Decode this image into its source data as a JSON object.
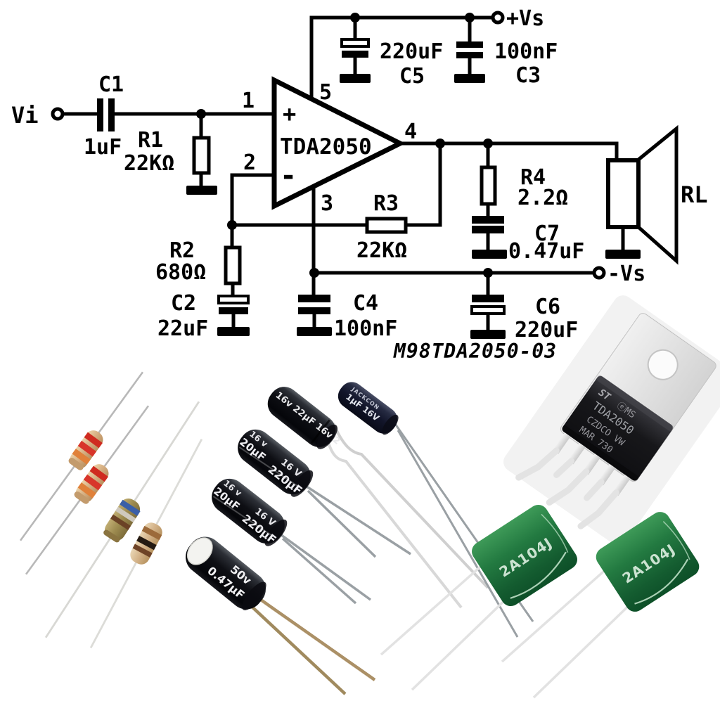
{
  "schematic": {
    "input": "Vi",
    "rail_pos": "+Vs",
    "rail_neg": "-Vs",
    "ic": {
      "part": "TDA2050",
      "plus": "+",
      "minus": "-",
      "pin1": "1",
      "pin2": "2",
      "pin3": "3",
      "pin4": "4",
      "pin5": "5"
    },
    "c1": {
      "ref": "C1",
      "value": "1uF"
    },
    "r1": {
      "ref": "R1",
      "value": "22KΩ"
    },
    "r2": {
      "ref": "R2",
      "value": "680Ω"
    },
    "r3": {
      "ref": "R3",
      "value": "22KΩ"
    },
    "r4": {
      "ref": "R4",
      "value": "2.2Ω"
    },
    "c2": {
      "ref": "C2",
      "value": "22uF"
    },
    "c3": {
      "ref": "C3",
      "value": "100nF"
    },
    "c4": {
      "ref": "C4",
      "value": "100nF"
    },
    "c5": {
      "ref": "C5",
      "value": "220uF"
    },
    "c6": {
      "ref": "C6",
      "value": "220uF"
    },
    "c7": {
      "ref": "C7",
      "value": "0.47uF"
    },
    "load": "RL",
    "watermark": "M98TDA2050-03"
  },
  "photos": {
    "cap_22uf": {
      "print": "16v 22µF 16v 2"
    },
    "cap_1uf": {
      "brand": "JACKCON",
      "print": "1µF 16V"
    },
    "cap_220uf_a": {
      "va": "16 v",
      "ca": "20µF",
      "vb": "16 V",
      "cb": "220µF"
    },
    "cap_220uf_b": {
      "va": "16 v",
      "ca": "20µF",
      "vb": "16 V",
      "cb": "220µF"
    },
    "cap_047uf": {
      "row1": "50v",
      "row2": "0.47µF"
    },
    "film_cap_a": {
      "code": "2A104J"
    },
    "film_cap_b": {
      "code": "2A104J"
    },
    "chip": {
      "logo": "ST",
      "mark": "ⓔMS",
      "part": "TDA2050",
      "lot": "CZDCO VW",
      "date": "MAR 730"
    }
  },
  "colors": {
    "ink": "#000000",
    "film_cap_green": "#1f7a3f",
    "electrolytic_black": "#14151a",
    "resistor_tan": "#d4ad80",
    "gold_lead": "#ab9066"
  }
}
